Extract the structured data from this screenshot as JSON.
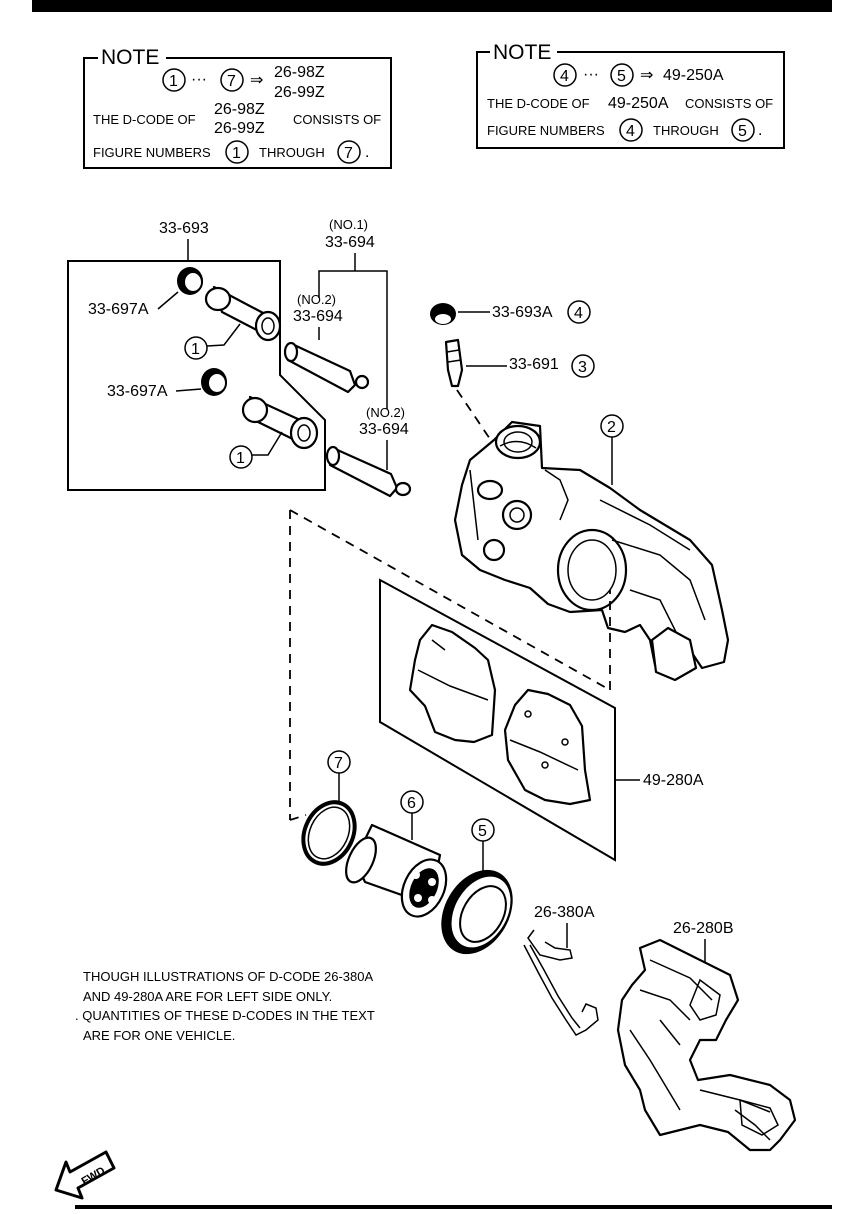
{
  "note_left": {
    "title": "NOTE",
    "range_from": "1",
    "range_dots": "···",
    "range_to": "7",
    "arrow": "⇒",
    "codes": [
      "26-98Z",
      "26-99Z"
    ],
    "line2_prefix": "THE D-CODE OF",
    "line2_suffix": "CONSISTS OF",
    "line3_prefix": "FIGURE NUMBERS",
    "line3_from": "1",
    "line3_mid": "THROUGH",
    "line3_to": "7",
    "line3_end": "."
  },
  "note_right": {
    "title": "NOTE",
    "range_from": "4",
    "range_dots": "···",
    "range_to": "5",
    "arrow": "⇒",
    "code": "49-250A",
    "line2_prefix": "THE D-CODE OF",
    "line2_code": "49-250A",
    "line2_suffix": "CONSISTS OF",
    "line3_prefix": "FIGURE NUMBERS",
    "line3_from": "4",
    "line3_mid": "THROUGH",
    "line3_to": "5",
    "line3_end": "."
  },
  "labels": {
    "pin_kit": "33-693",
    "boot_a": "33-697A",
    "boot_b": "33-697A",
    "no1": "(NO.1)",
    "no1_code": "33-694",
    "no2a": "(NO.2)",
    "no2a_code": "33-694",
    "no2b": "(NO.2)",
    "no2b_code": "33-694",
    "bleeder_cap": "33-693A",
    "bleeder_screw": "33-691",
    "pads": "49-280A",
    "spring": "26-380A",
    "bracket": "26-280B"
  },
  "callouts": {
    "c1a": "1",
    "c1b": "1",
    "c2": "2",
    "c3": "3",
    "c4": "4",
    "c5": "5",
    "c6": "6",
    "c7": "7"
  },
  "footnote": [
    "THOUGH ILLUSTRATIONS OF D-CODE 26-380A",
    "AND 49-280A ARE FOR LEFT SIDE ONLY.",
    ". QUANTITIES OF THESE D-CODES IN THE TEXT",
    "ARE FOR ONE VEHICLE."
  ],
  "fwd": "FWD"
}
